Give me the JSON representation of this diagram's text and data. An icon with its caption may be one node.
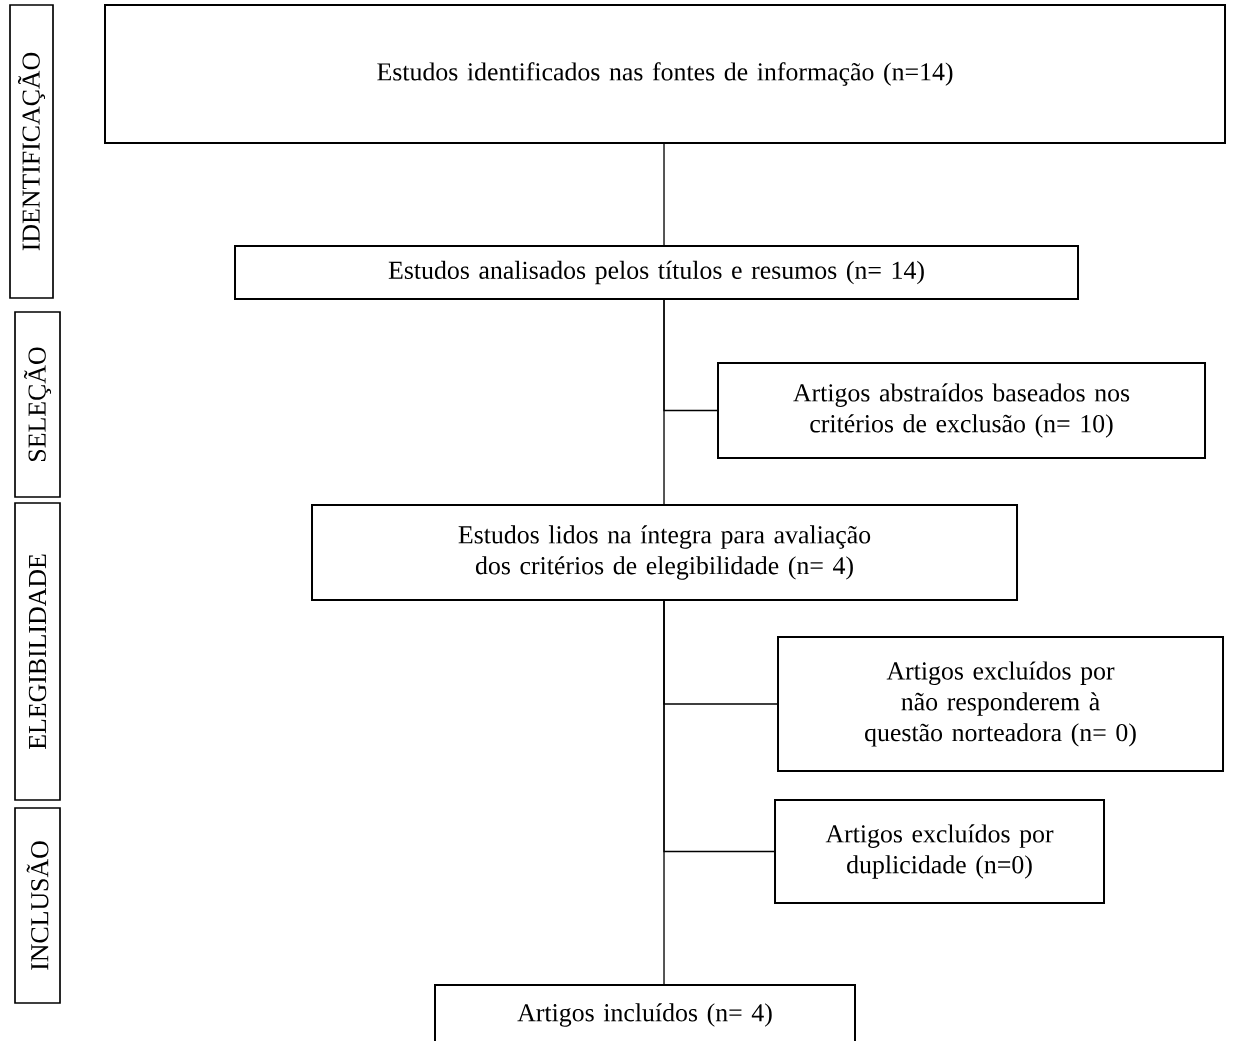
{
  "diagram": {
    "nodes": [
      {
        "text": [
          "IDENTIFICAÇÃO"
        ]
      },
      {
        "text": [
          "SELEÇÃO"
        ]
      },
      {
        "text": [
          "ELEGIBILIDADE"
        ]
      },
      {
        "text": [
          "INCLUSÃO"
        ]
      },
      {
        "text": [
          "Estudos identificados nas fontes de informação (n=14)"
        ]
      },
      {
        "text": [
          "Estudos analisados pelos títulos e resumos (n= 14)"
        ]
      },
      {
        "text": [
          "Artigos abstraídos baseados nos critérios de exclusão (n= 10)"
        ]
      },
      {
        "text": [
          "Estudos lidos na íntegra para avaliação dos critérios de elegibilidade (n= 4)"
        ]
      },
      {
        "text": [
          "Artigos excluídos por não responderem à questão norteadora (n= 0)"
        ]
      },
      {
        "text": [
          "Artigos excluídos por duplicidade (n=0)"
        ]
      },
      {
        "text": [
          "Artigos incluídos (n= 4)"
        ]
      }
    ],
    "edges": [
      {
        "from": 4,
        "to": 5,
        "arrow": "none"
      },
      {
        "from": 5,
        "to": 7,
        "arrow": "none"
      },
      {
        "from": 5,
        "to": 6,
        "arrow": "none"
      },
      {
        "from": 7,
        "to": 10,
        "arrow": "none"
      },
      {
        "from": 7,
        "to": 8,
        "arrow": "none"
      },
      {
        "from": 7,
        "to": 9,
        "arrow": "none"
      }
    ]
  }
}
